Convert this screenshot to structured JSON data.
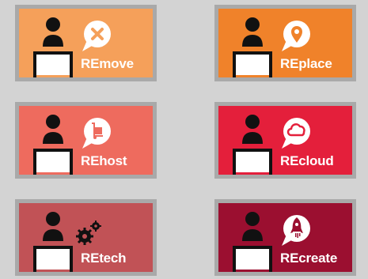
{
  "cards": [
    {
      "label": "REmove",
      "color": "#f5a05a",
      "icon": "close-x-icon"
    },
    {
      "label": "REplace",
      "color": "#f0822a",
      "icon": "location-pin-icon"
    },
    {
      "label": "REhost",
      "color": "#ee6b5e",
      "icon": "hand-truck-icon"
    },
    {
      "label": "REcloud",
      "color": "#e41f3b",
      "icon": "cloud-icon"
    },
    {
      "label": "REtech",
      "color": "#c15256",
      "icon": "gears-icon"
    },
    {
      "label": "REcreate",
      "color": "#9b0f30",
      "icon": "rocket-icon"
    }
  ],
  "colors": {
    "border": "#a9a9a9",
    "background": "#d3d3d3",
    "figure": "#111111",
    "bubble": "#ffffff"
  }
}
